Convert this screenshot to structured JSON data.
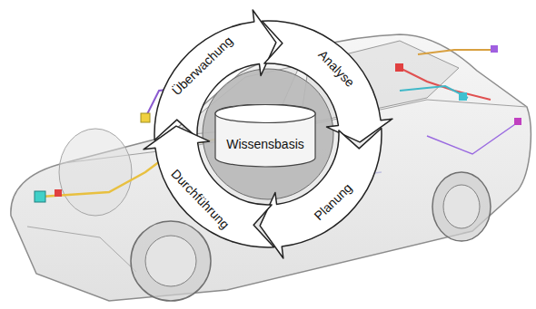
{
  "diagram": {
    "nodes": [
      {
        "text": [
          "Überwachung"
        ]
      },
      {
        "text": [
          "Analyse"
        ]
      },
      {
        "text": [
          "Planung"
        ]
      },
      {
        "text": [
          "Durchführung"
        ]
      },
      {
        "text": [
          "Wissensbasis"
        ]
      }
    ]
  }
}
